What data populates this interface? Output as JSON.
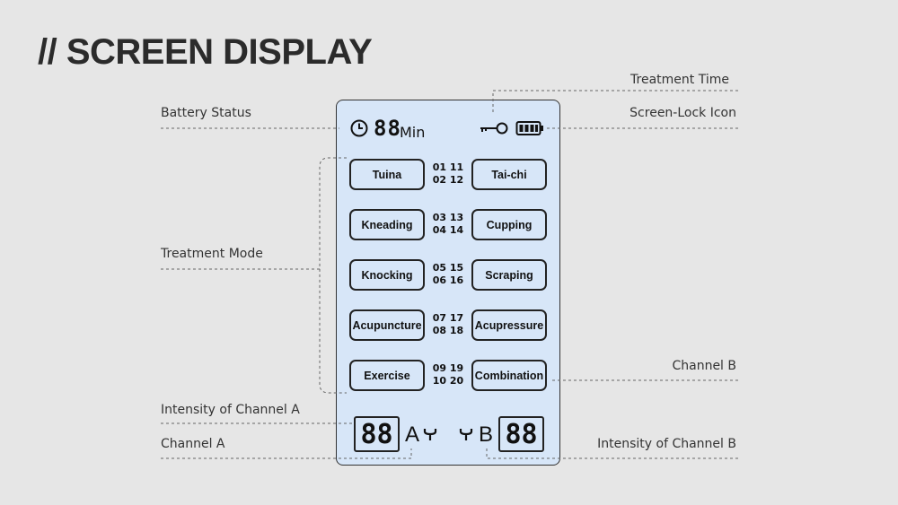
{
  "title": "// SCREEN DISPLAY",
  "callouts": {
    "battery_status": "Battery Status",
    "treatment_time": "Treatment Time",
    "screen_lock_icon": "Screen-Lock Icon",
    "treatment_mode": "Treatment Mode",
    "channel_b": "Channel B",
    "intensity_a": "Intensity of Channel A",
    "channel_a": "Channel A",
    "intensity_b": "Intensity of Channel B"
  },
  "display": {
    "timer_digits": "88",
    "timer_unit": "Min",
    "modes_left": [
      "Tuina",
      "Kneading",
      "Knocking",
      "Acupuncture",
      "Exercise"
    ],
    "modes_right": [
      "Tai-chi",
      "Cupping",
      "Scraping",
      "Acupressure",
      "Combination"
    ],
    "mode_numbers": [
      [
        "01 11",
        "02 12"
      ],
      [
        "03 13",
        "04 14"
      ],
      [
        "05 15",
        "06 16"
      ],
      [
        "07 17",
        "08 18"
      ],
      [
        "09 19",
        "10 20"
      ]
    ],
    "intensity_a": "88",
    "channel_a_label": "A",
    "intensity_b": "88",
    "channel_b_label": "B"
  },
  "icons": [
    "clock-icon",
    "key-lock-icon",
    "battery-icon",
    "electrode-icon"
  ]
}
